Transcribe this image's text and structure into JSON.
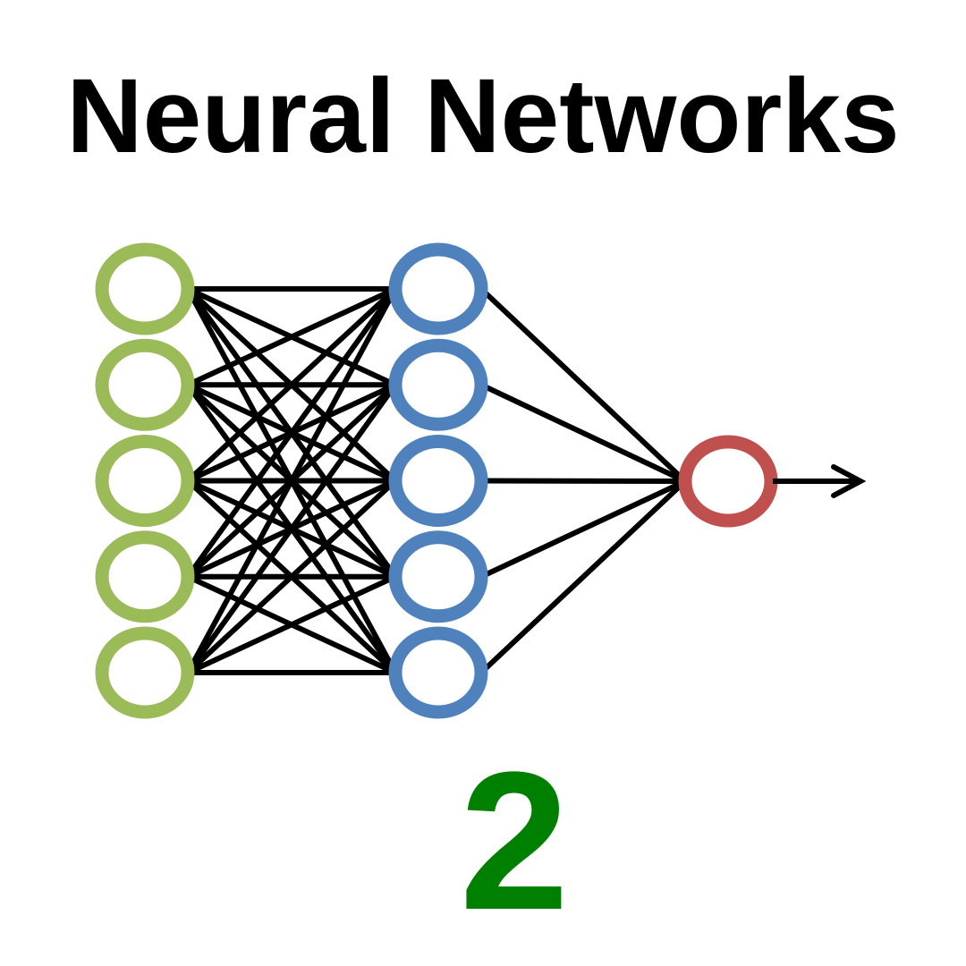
{
  "title": "Neural Networks",
  "number": "2",
  "colors": {
    "input_node": "#9bbb59",
    "hidden_node": "#4f81bd",
    "output_node": "#c0504d",
    "connection": "#000000",
    "number": "#008000"
  },
  "network": {
    "input_count": 5,
    "hidden_count": 5,
    "output_count": 1
  }
}
